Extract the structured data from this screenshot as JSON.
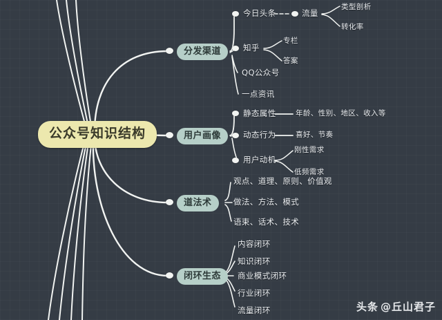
{
  "title": "公众号知识结构",
  "theme": {
    "background": "#353c45",
    "root_fill": "#ece8ae",
    "root_text": "#3a3a2a",
    "branch_fill": "#b6cfc8",
    "branch_text": "#2d3a38",
    "leaf_text": "#e9ecef",
    "link_color": "#f2f4f2"
  },
  "root": {
    "label": "公众号知识结构"
  },
  "branches": [
    {
      "label": "分发渠道",
      "children": [
        {
          "label": "今日头条",
          "children": [
            {
              "label": "流量",
              "children": [
                {
                  "label": "类型剖析"
                },
                {
                  "label": "转化率"
                }
              ]
            }
          ]
        },
        {
          "label": "知乎",
          "children": [
            {
              "label": "专栏"
            },
            {
              "label": "答案"
            }
          ]
        },
        {
          "label": "QQ公众号"
        },
        {
          "label": "一点资讯"
        }
      ]
    },
    {
      "label": "用户画像",
      "children": [
        {
          "label": "静态属性",
          "children": [
            {
              "label": "年龄、性别、地区、收入等"
            }
          ]
        },
        {
          "label": "动态行为",
          "children": [
            {
              "label": "喜好、节奏"
            }
          ]
        },
        {
          "label": "用户动机",
          "children": [
            {
              "label": "刚性需求"
            },
            {
              "label": "低频需求"
            }
          ]
        }
      ]
    },
    {
      "label": "道法术",
      "children": [
        {
          "label": "观点、道理、原则、价值观"
        },
        {
          "label": "做法、方法、模式"
        },
        {
          "label": "语束、话术、技术"
        }
      ]
    },
    {
      "label": "闭环生态",
      "children": [
        {
          "label": "内容闭环"
        },
        {
          "label": "知识闭环"
        },
        {
          "label": "商业模式闭环"
        },
        {
          "label": "行业闭环"
        },
        {
          "label": "流量闭环"
        }
      ]
    }
  ],
  "watermark": {
    "platform": "头条",
    "author": "@丘山君子"
  }
}
